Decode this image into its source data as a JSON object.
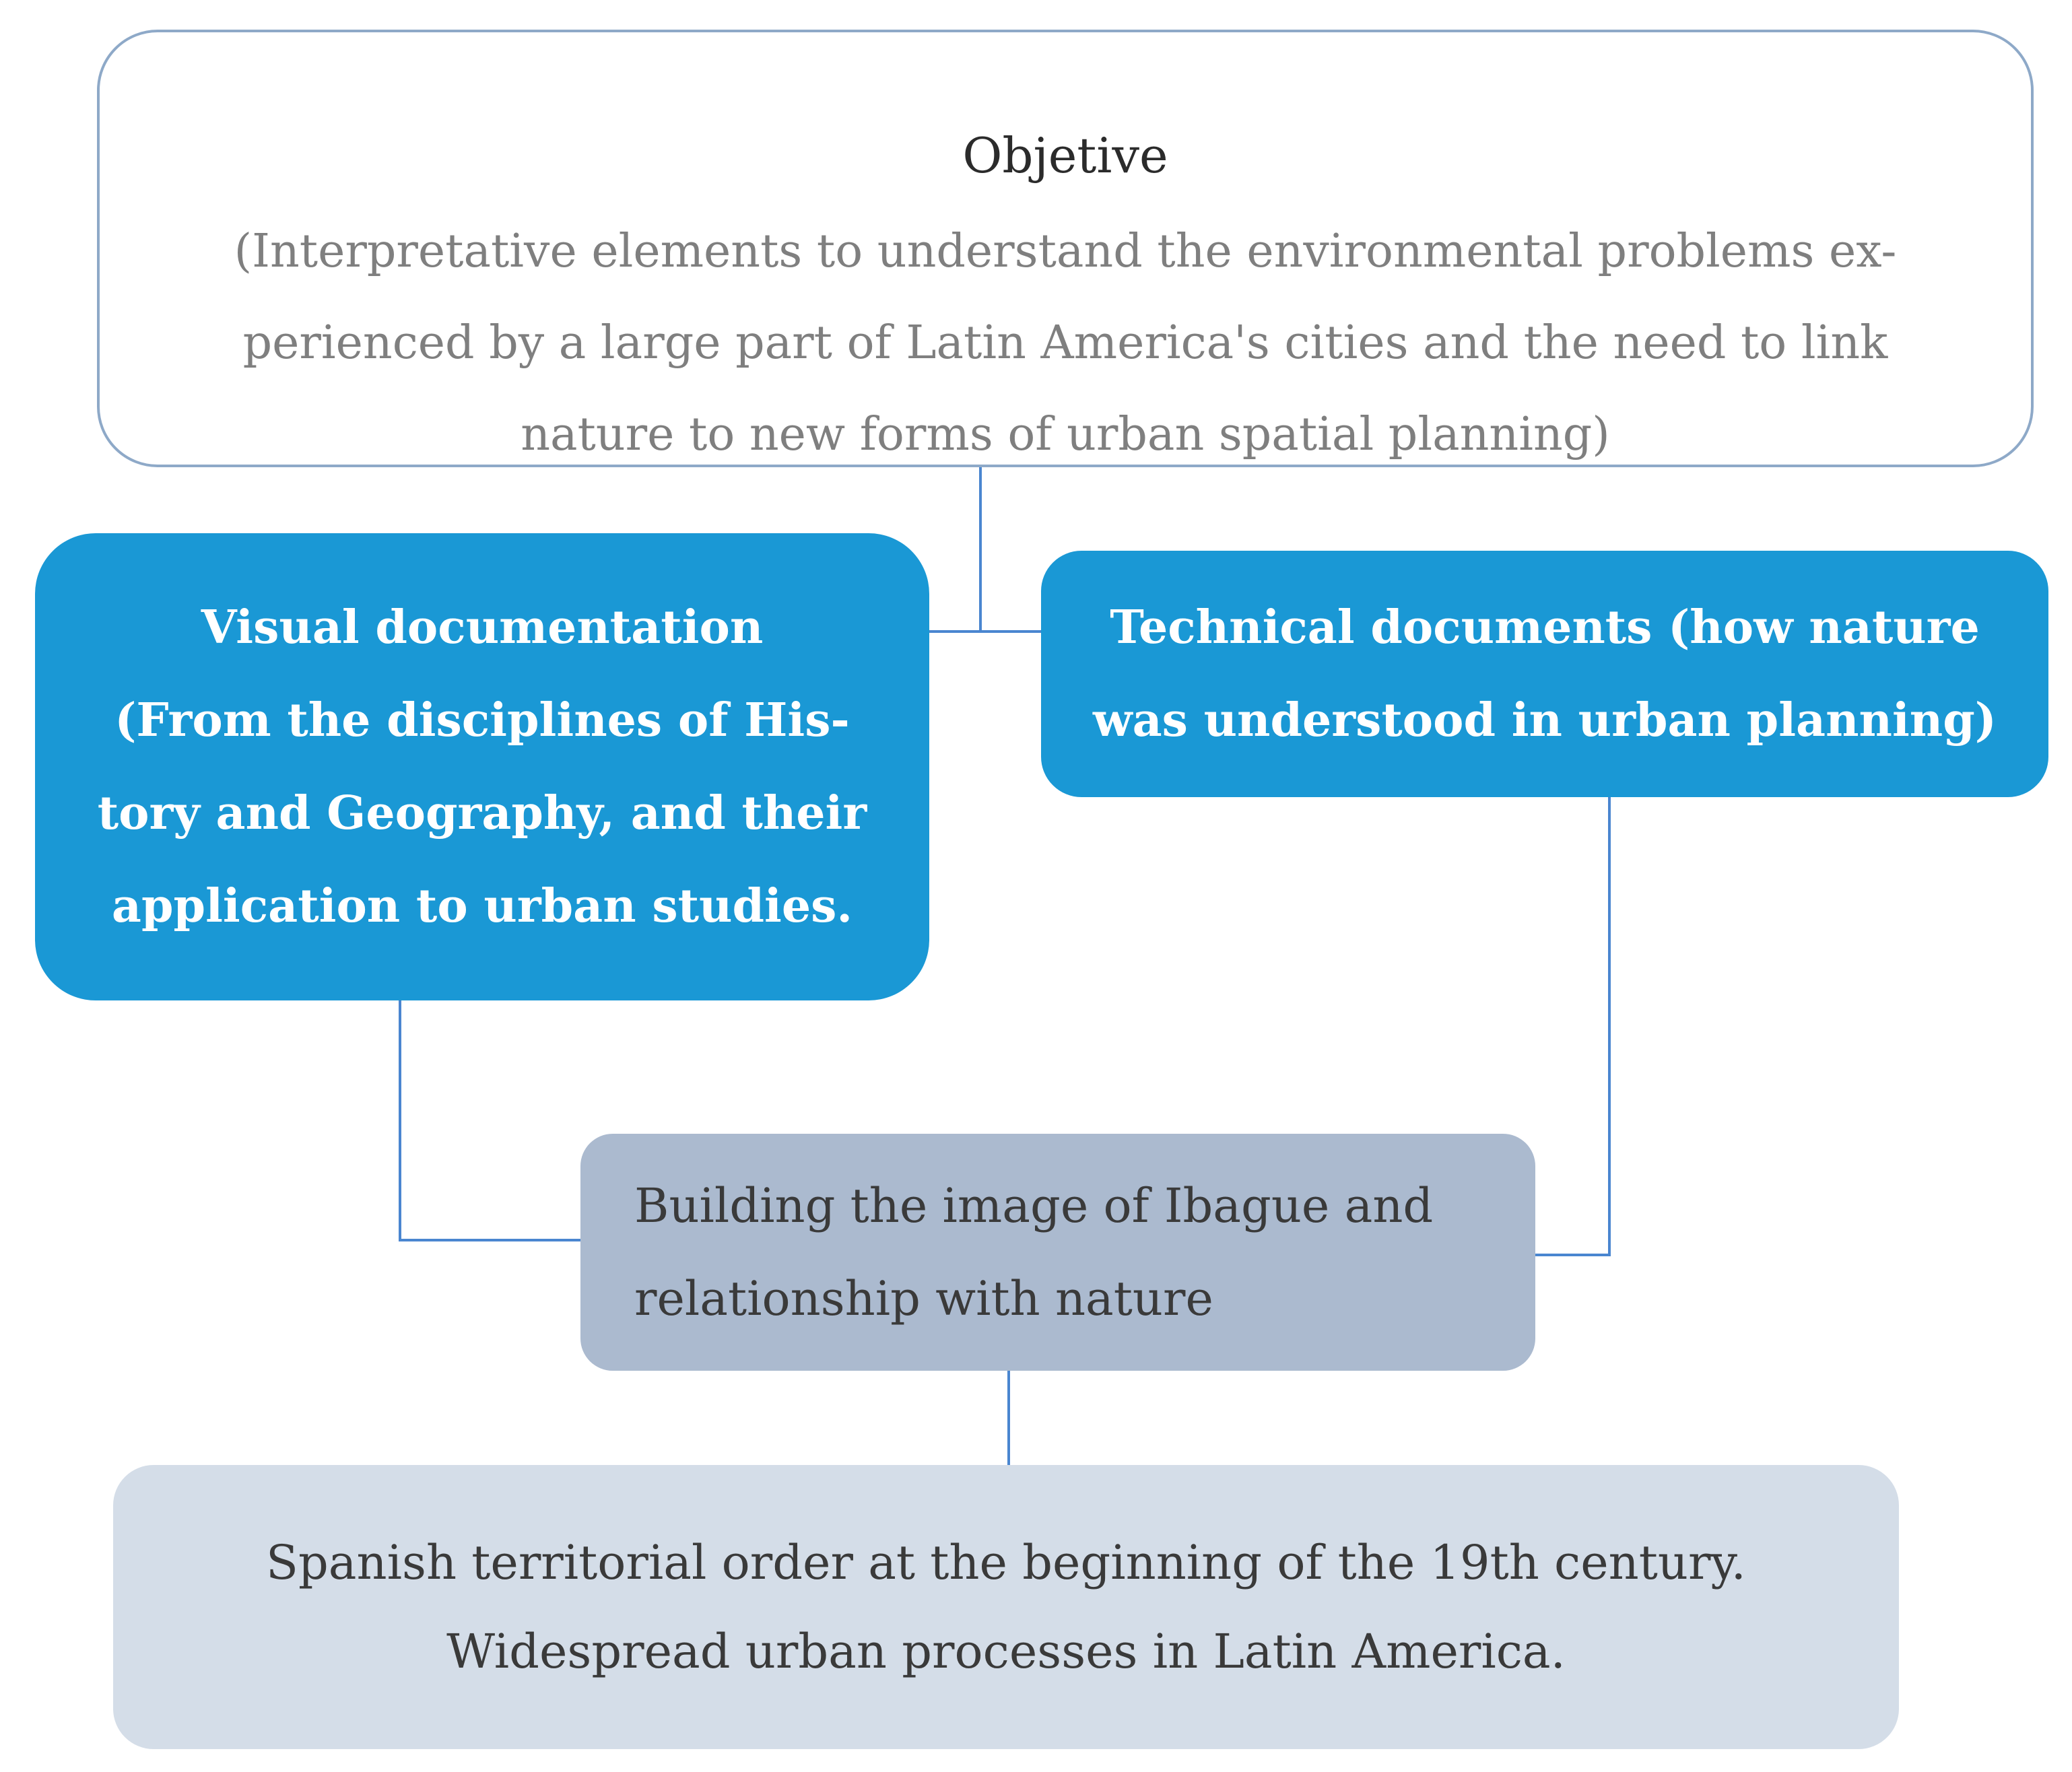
{
  "diagram": {
    "objective": {
      "title": "Objetive",
      "description_lines": [
        "(Interpretative  elements to understand the environmental problems ex-",
        "perienced by a large part of Latin America's cities and the need to link",
        "nature to new forms of urban spatial planning)"
      ]
    },
    "visual_documentation": {
      "lines": [
        "Visual documentation",
        "(From  the disciplines of His-",
        "tory  and Geography, and their",
        "application to urban studies."
      ]
    },
    "technical_documents": {
      "lines": [
        "Technical documents (how nature",
        "was understood in urban planning)"
      ]
    },
    "building_image": {
      "lines": [
        "Building the image of Ibague and",
        "relationship with nature"
      ]
    },
    "spanish_order": {
      "lines": [
        "Spanish territorial  order  at the beginning of the 19th century.",
        "Widespread urban processes in Latin America."
      ]
    },
    "colors": {
      "connector": "#4a86d0",
      "objective_border": "#8ea9c8",
      "primary_box": "#1a98d5",
      "building_box": "#abbacf",
      "spanish_box": "#d4dde8"
    }
  }
}
